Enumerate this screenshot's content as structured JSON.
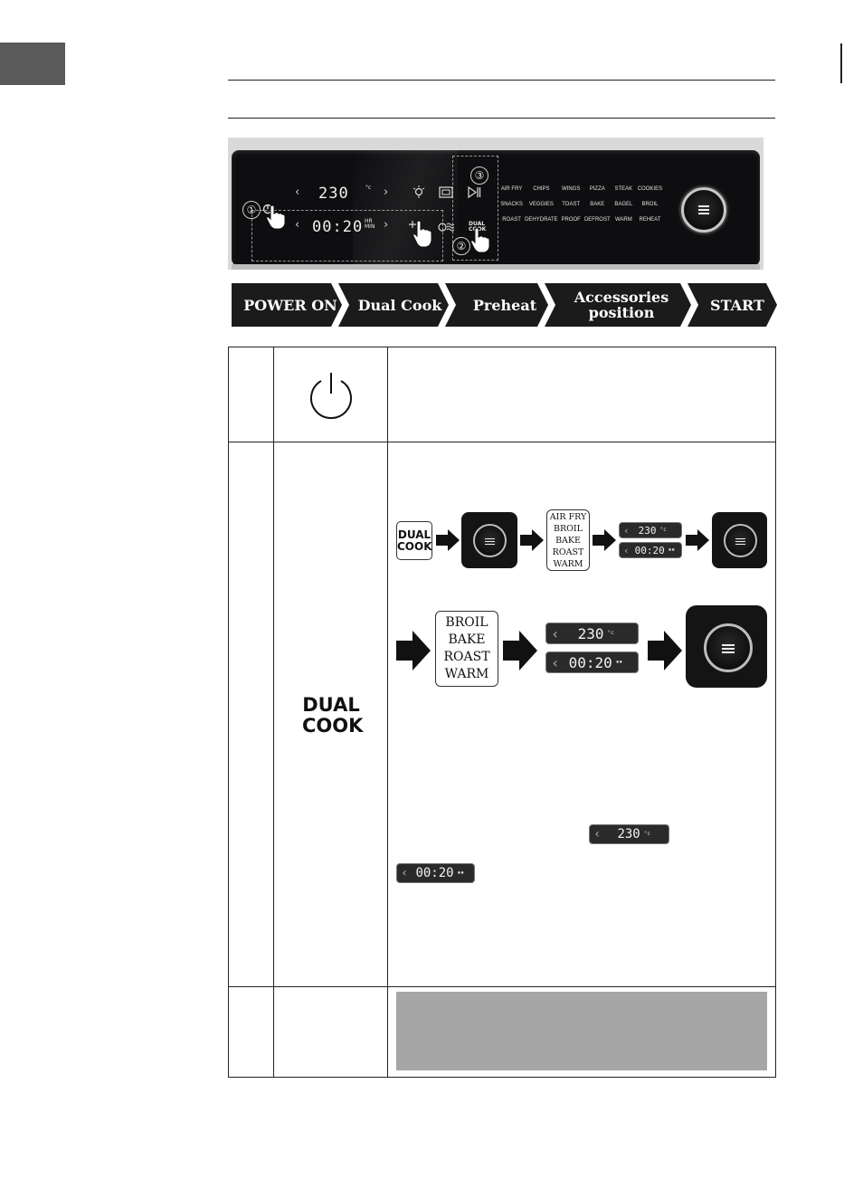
{
  "panel": {
    "callouts": [
      "①",
      "②",
      "③"
    ],
    "temp": "230",
    "temp_unit": "°c",
    "time": "00:20",
    "time_units": "HR MIN",
    "dual_cook_key": "DUAL COOK",
    "menu": [
      "AIR FRY",
      "CHIPS",
      "WINGS",
      "PIZZA",
      "STEAK",
      "COOKIES",
      "SNACKS",
      "VEGGIES",
      "TOAST",
      "BAKE",
      "BAGEL",
      "BROIL",
      "ROAST",
      "DEHYDRATE",
      "PROOF",
      "DEFROST",
      "WARM",
      "REHEAT"
    ]
  },
  "steps": [
    "POWER ON",
    "Dual Cook",
    "Preheat",
    "Accessories position",
    "START"
  ],
  "table": {
    "dual_cook_label_line1": "DUAL",
    "dual_cook_label_line2": "COOK",
    "seq1": {
      "box_line1": "DUAL",
      "box_line2": "COOK",
      "functions": [
        "AIR FRY",
        "BROIL",
        "BAKE",
        "ROAST",
        "WARM"
      ],
      "temp": "230",
      "time": "00:20"
    },
    "seq2": {
      "functions": [
        "BROIL",
        "BAKE",
        "ROAST",
        "WARM"
      ],
      "temp": "230",
      "time": "00:20"
    },
    "inline_temp": "230",
    "inline_time": "00:20"
  },
  "colors": {
    "panel": "#0e0e10",
    "banner": "#1b1b1b",
    "grey_block": "#a6a6a6",
    "side_tab": "#5a5a5a"
  },
  "icons": [
    "power-icon",
    "light-bulb-icon",
    "oven-window-icon",
    "play-pause-icon",
    "preheat-icon",
    "fan-icon",
    "pointing-hand-icon",
    "menu-knob-icon",
    "arrow-right-icon"
  ]
}
